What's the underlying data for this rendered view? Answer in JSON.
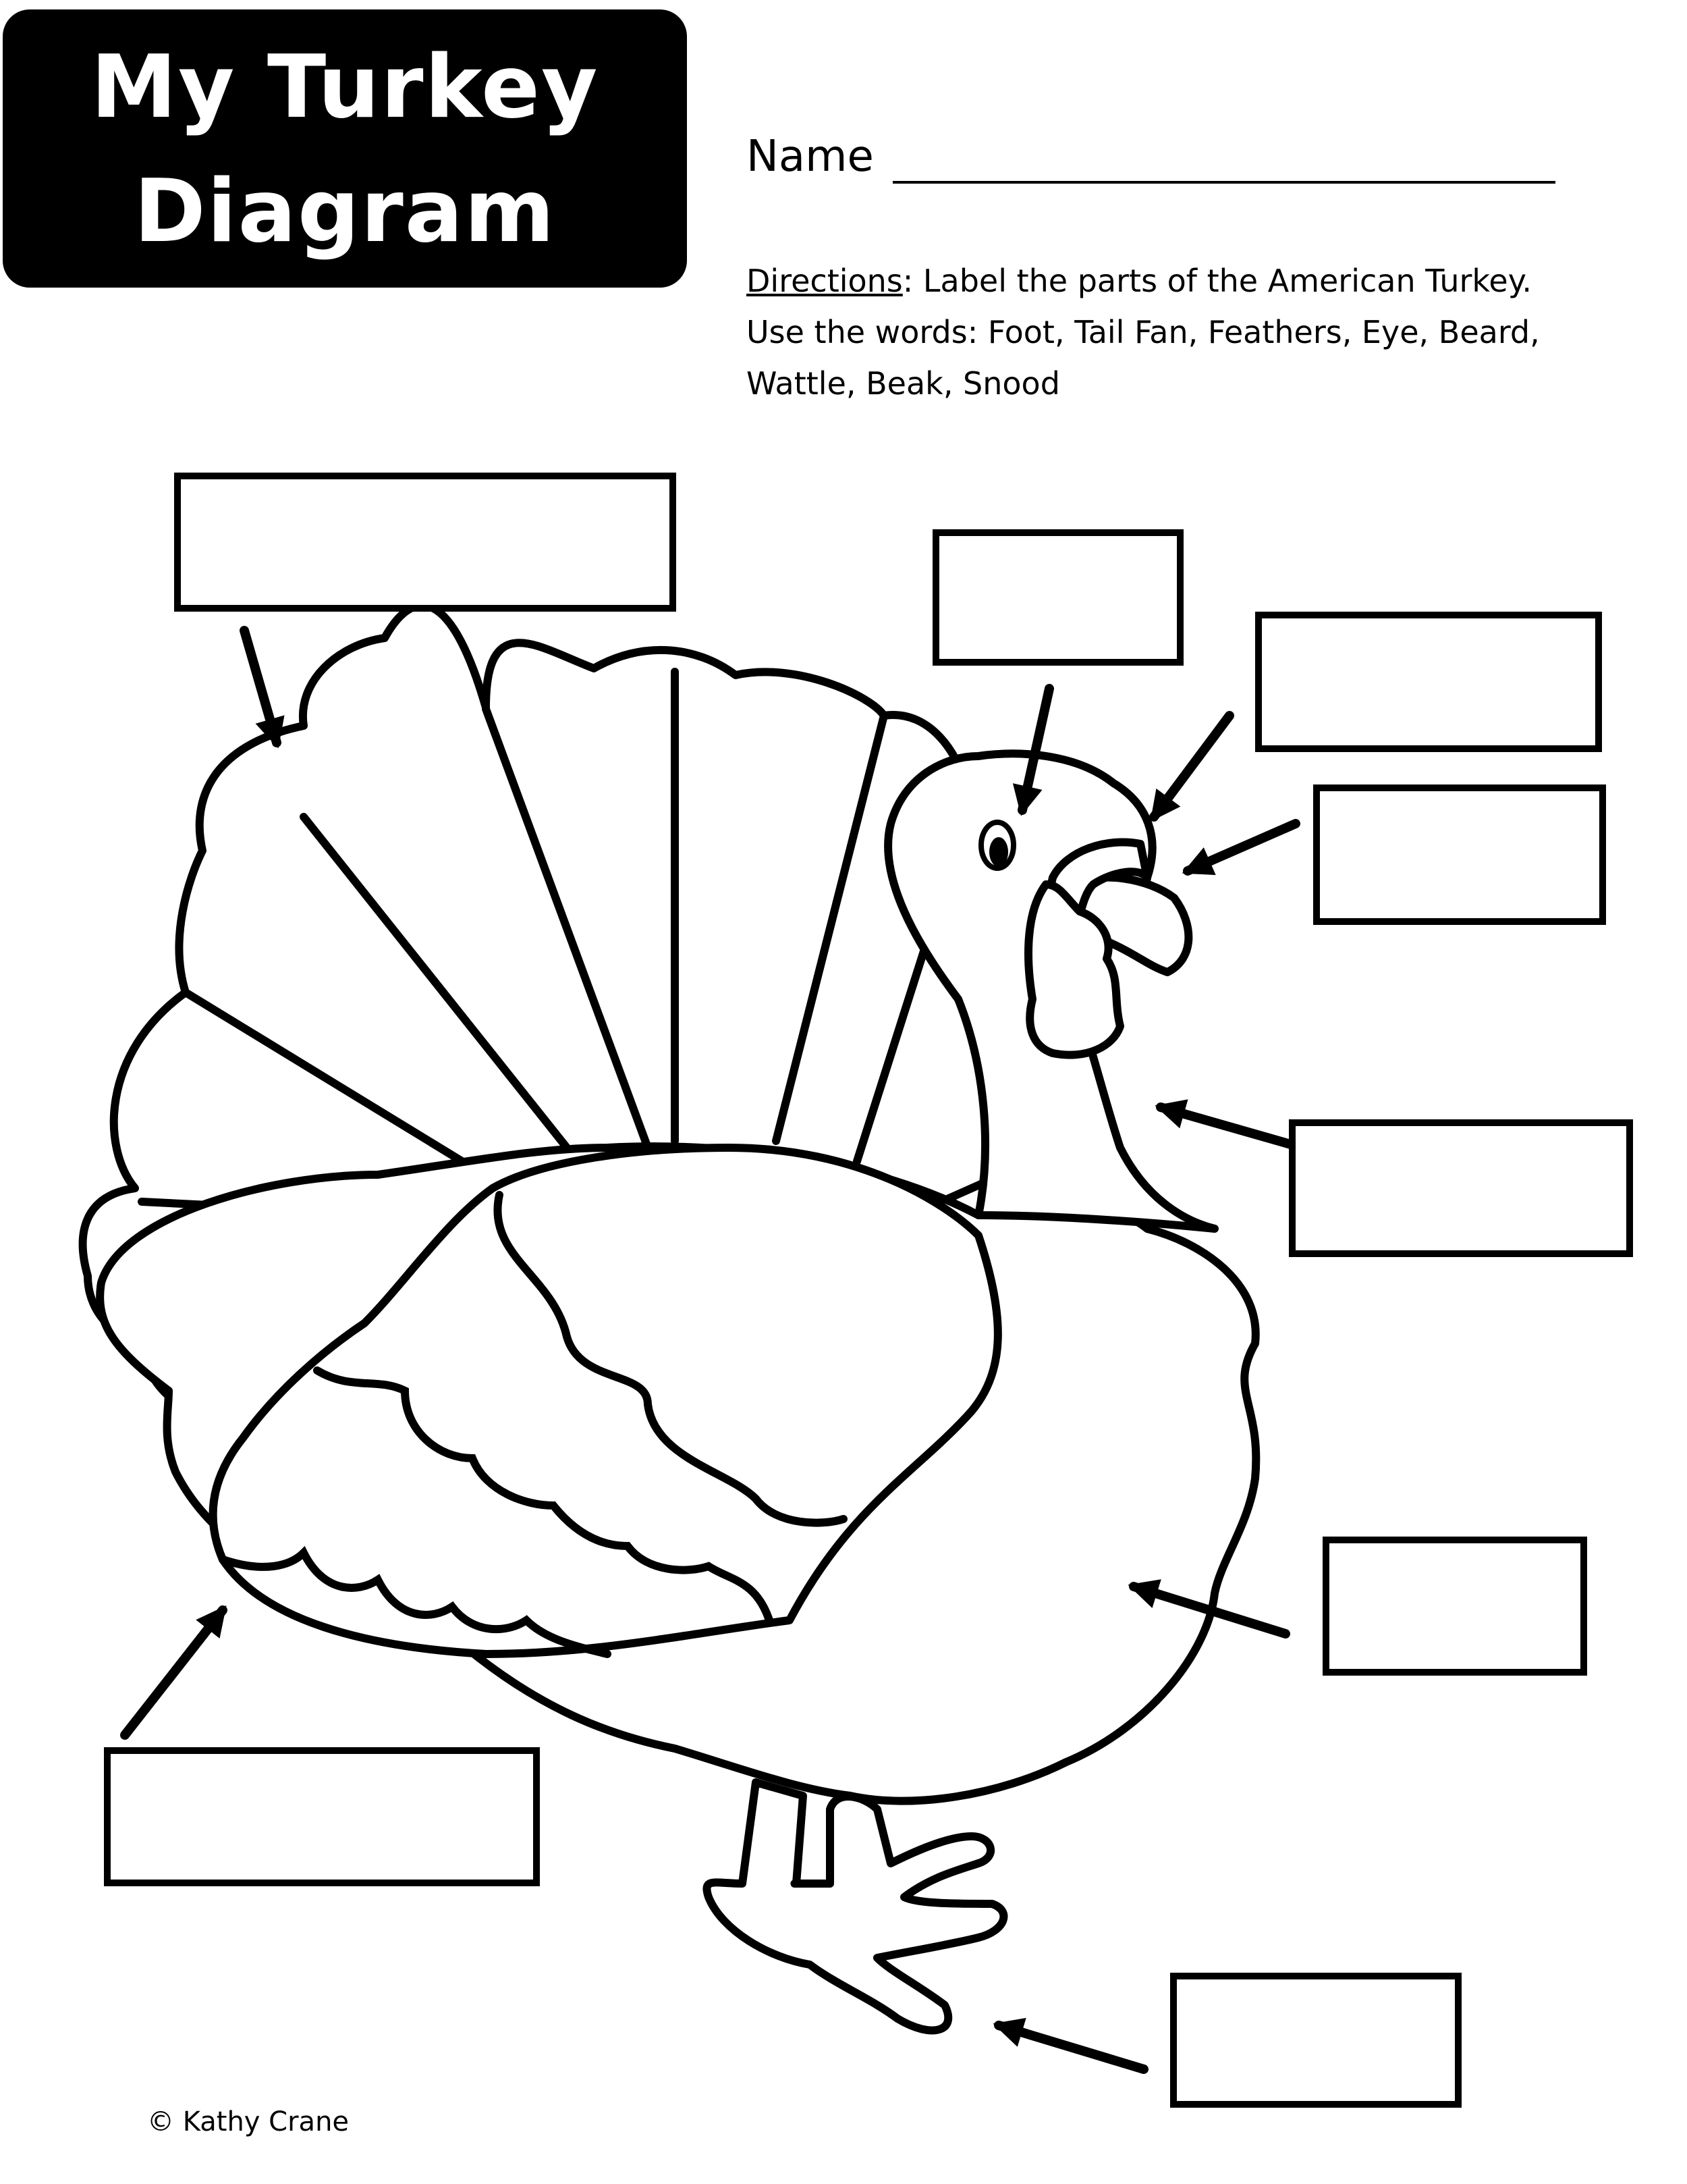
{
  "title": {
    "line1": "My Turkey",
    "line2": "Diagram"
  },
  "name_field": {
    "label": "Name"
  },
  "directions": {
    "heading": "Directions",
    "line1_rest": ": Label the parts of the American Turkey.",
    "line2": "Use the words: Foot, Tail Fan, Feathers, Eye, Beard,",
    "line3": "Wattle, Beak, Snood"
  },
  "word_bank": [
    "Foot",
    "Tail Fan",
    "Feathers",
    "Eye",
    "Beard",
    "Wattle",
    "Beak",
    "Snood"
  ],
  "credit": "© Kathy Crane",
  "colors": {
    "ink": "#000000",
    "paper": "#ffffff"
  }
}
